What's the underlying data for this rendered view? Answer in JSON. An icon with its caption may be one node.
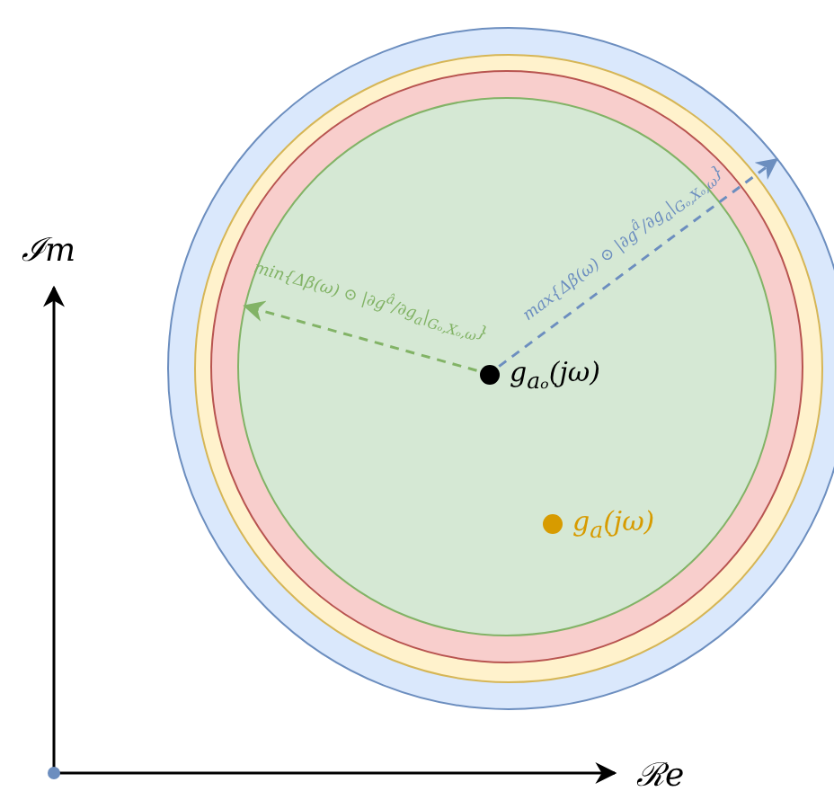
{
  "diagram": {
    "nodes": [
      {
        "text": [],
        "shape": "circle"
      },
      {
        "text": [],
        "shape": "circle",
        "in": 0
      },
      {
        "text": [],
        "shape": "circle",
        "in": 1
      },
      {
        "text": [],
        "shape": "circle",
        "in": 2
      },
      {
        "text": [
          "g$_{aₒ}$(jω)"
        ],
        "in": 3
      },
      {
        "text": [
          "g$_{a}$(jω)"
        ],
        "in": 3
      }
    ],
    "edges": [
      {
        "from": 4,
        "to": 3,
        "arrow": "to",
        "style": "dashed",
        "color": "#82b366",
        "label": "min{Δβ(ω) ⊙ |∂g$^{â}$/∂g$_{a}$|$_{Gₒ,Xₒ,ω}$}"
      },
      {
        "from": 4,
        "to": 0,
        "arrow": "to",
        "style": "dashed",
        "color": "#6c8ebf",
        "label": "max{Δβ(ω) ⊙ |∂g$^{â}$/∂g$_{a}$|$_{Gₒ,Xₒ,ω}$}"
      }
    ],
    "labels": [
      "ℐm",
      "ℛe"
    ]
  }
}
